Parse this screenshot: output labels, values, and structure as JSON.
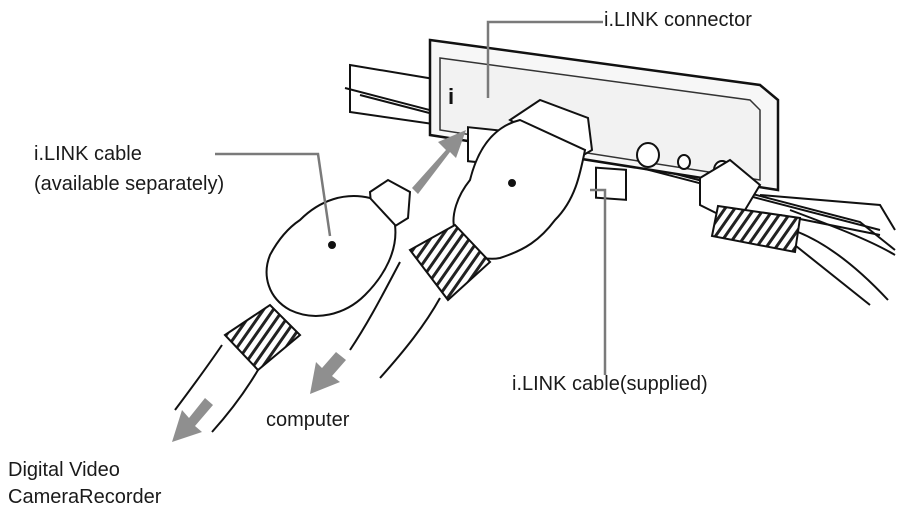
{
  "labels": {
    "ilink_connector": "i.LINK connector",
    "ilink_cable_separate_line1": "i.LINK cable",
    "ilink_cable_separate_line2": "(available separately)",
    "ilink_cable_supplied": "i.LINK cable(supplied)",
    "computer": "computer",
    "digital_video_line1": "Digital Video",
    "digital_video_line2": "CameraRecorder",
    "ilink_logo": "i"
  },
  "colors": {
    "line": "#111111",
    "arrow": "#8f8f8f",
    "leader": "#7a7a7a",
    "panel": "#f4f4f4"
  },
  "icons": [
    "ilink-logo-icon",
    "direction-arrow-icon"
  ]
}
